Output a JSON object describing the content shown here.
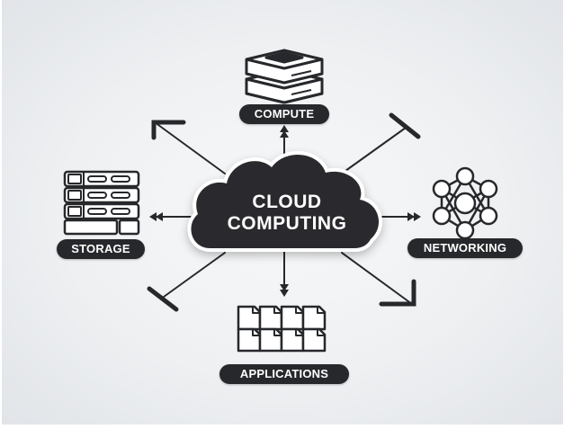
{
  "diagram": {
    "center": {
      "line1": "CLOUD",
      "line2": "COMPUTING",
      "icon": "cloud-shape"
    },
    "nodes": [
      {
        "id": "compute",
        "label": "COMPUTE",
        "icon": "server-stack-icon",
        "direction": "top"
      },
      {
        "id": "storage",
        "label": "STORAGE",
        "icon": "storage-rack-icon",
        "direction": "left"
      },
      {
        "id": "networking",
        "label": "NETWORKING",
        "icon": "network-mesh-icon",
        "direction": "right"
      },
      {
        "id": "applications",
        "label": "APPLICATIONS",
        "icon": "documents-grid-icon",
        "direction": "bottom"
      }
    ],
    "connectors": [
      {
        "from": "center",
        "to": "compute",
        "head": "double-arrow"
      },
      {
        "from": "center",
        "to": "storage",
        "head": "double-arrow"
      },
      {
        "from": "center",
        "to": "networking",
        "head": "double-arrow"
      },
      {
        "from": "center",
        "to": "applications",
        "head": "double-arrow"
      },
      {
        "from": "center",
        "to": "top-left",
        "head": "corner-arrow"
      },
      {
        "from": "center",
        "to": "top-right",
        "head": "t-bar"
      },
      {
        "from": "center",
        "to": "bottom-left",
        "head": "t-bar"
      },
      {
        "from": "center",
        "to": "bottom-right",
        "head": "corner-arrow"
      }
    ],
    "colors": {
      "dark": "#26282b",
      "background": "#eef0f2",
      "text_on_dark": "#ffffff"
    }
  }
}
